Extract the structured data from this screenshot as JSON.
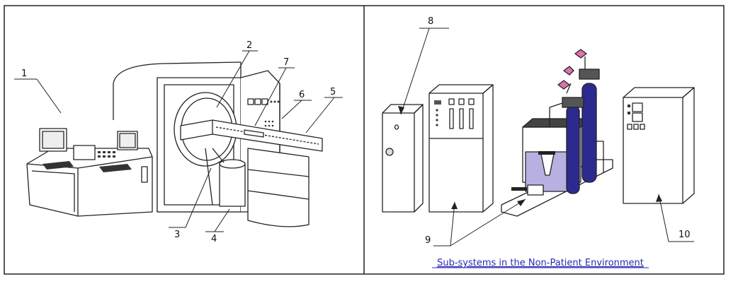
{
  "left_panel": {
    "labels": [
      "1",
      "2",
      "3",
      "4",
      "5",
      "6",
      "7"
    ]
  },
  "right_panel": {
    "labels": [
      "8",
      "9",
      "10"
    ],
    "caption": "Sub-systems in the Non-Patient Environment"
  },
  "colors": {
    "line": "#222222",
    "caption": "#2b2bb0",
    "cylinder": "#2b2b8f",
    "tank": "#b8b0e0",
    "valve": "#e070b0",
    "panel_dark": "#555555"
  }
}
